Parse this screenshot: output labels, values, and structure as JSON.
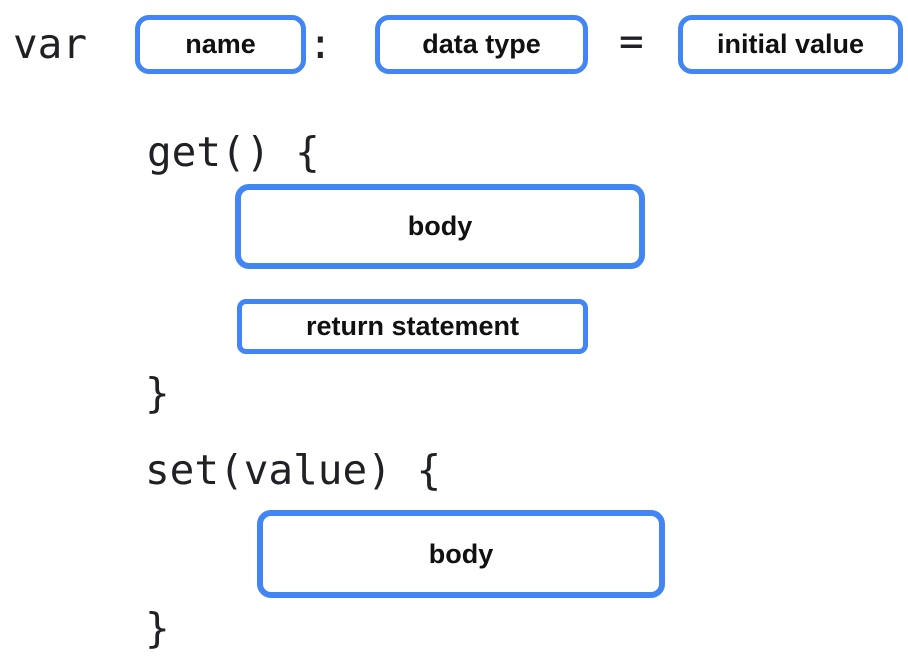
{
  "colors": {
    "box_border": "#4285F4",
    "code_text": "#202124",
    "label_text": "#111111",
    "background": "#FFFFFF"
  },
  "declaration": {
    "keyword": "var",
    "name_label": "name",
    "colon": ":",
    "data_type_label": "data type",
    "equals": "=",
    "initial_value_label": "initial value"
  },
  "getter": {
    "signature": "get() {",
    "body_label": "body",
    "return_label": "return statement",
    "closing_brace": "}"
  },
  "setter": {
    "signature": "set(value) {",
    "body_label": "body",
    "closing_brace": "}"
  }
}
